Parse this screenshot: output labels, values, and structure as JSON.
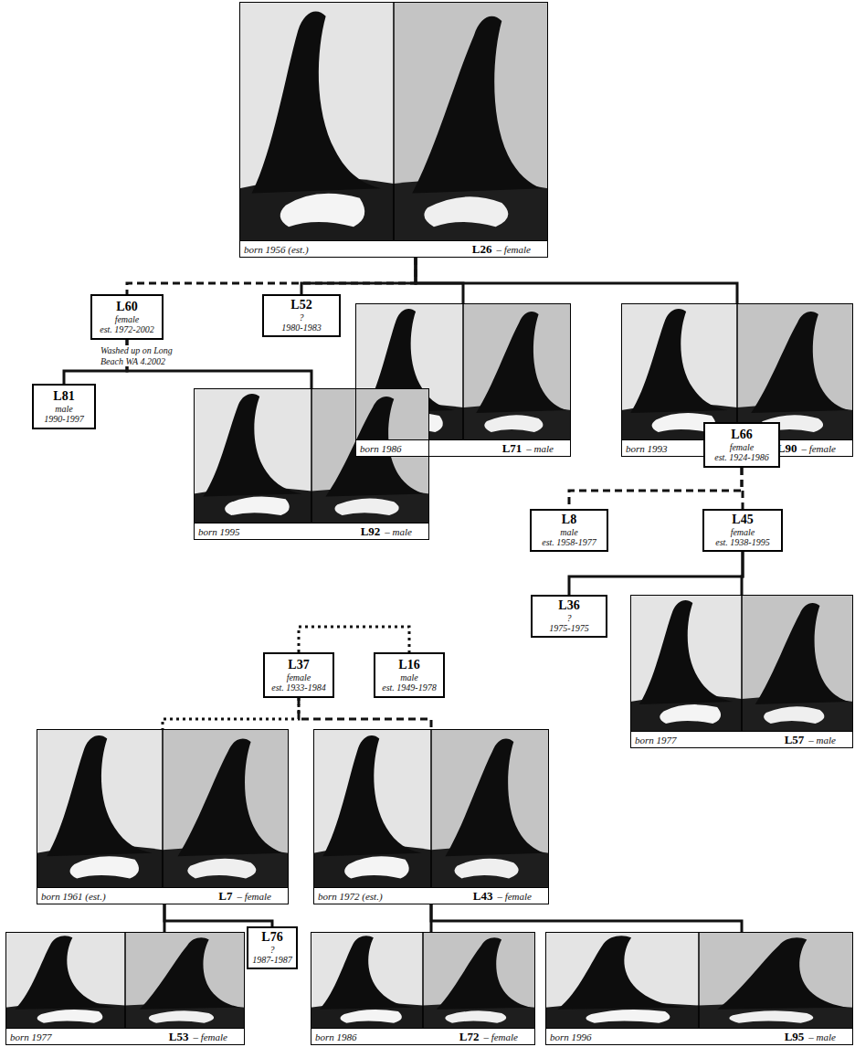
{
  "diagram": {
    "nodes": [
      {
        "text": [
          "born 1956 (est.)",
          "L26",
          "– female"
        ]
      },
      {
        "text": [
          "L60",
          "female",
          "est. 1972-2002"
        ]
      },
      {
        "text": [
          "L52",
          "?",
          "1980-1983"
        ]
      },
      {
        "text": [
          "born 1986",
          "L71",
          "– male"
        ]
      },
      {
        "text": [
          "born 1993",
          "L90",
          "– female"
        ]
      },
      {
        "text": [
          "L81",
          "male",
          "1990-1997"
        ]
      },
      {
        "text": [
          "born 1995",
          "L92",
          "– male"
        ]
      },
      {
        "text": [
          "L66",
          "female",
          "est. 1924-1986"
        ]
      },
      {
        "text": [
          "L8",
          "male",
          "est. 1958-1977"
        ]
      },
      {
        "text": [
          "L45",
          "female",
          "est. 1938-1995"
        ]
      },
      {
        "text": [
          "L36",
          "?",
          "1975-1975"
        ]
      },
      {
        "text": [
          "born 1977",
          "L57",
          "– male"
        ]
      },
      {
        "text": [
          "L37",
          "female",
          "est. 1933-1984"
        ]
      },
      {
        "text": [
          "L16",
          "male",
          "est. 1949-1978"
        ]
      },
      {
        "text": [
          "born 1961 (est.)",
          "L7",
          "– female"
        ]
      },
      {
        "text": [
          "born 1972 (est.)",
          "L43",
          "– female"
        ]
      },
      {
        "text": [
          "born 1977",
          "L53",
          "– female"
        ]
      },
      {
        "text": [
          "L76",
          "?",
          "1987-1987"
        ]
      },
      {
        "text": [
          "born 1986",
          "L72",
          "– female"
        ]
      },
      {
        "text": [
          "born 1996",
          "L95",
          "– male"
        ]
      }
    ],
    "edges": [
      {
        "from": 0,
        "to": 1,
        "arrow": "none"
      },
      {
        "from": 0,
        "to": 2,
        "arrow": "none"
      },
      {
        "from": 0,
        "to": 3,
        "arrow": "none"
      },
      {
        "from": 0,
        "to": 4,
        "arrow": "none"
      },
      {
        "from": 1,
        "to": 5,
        "arrow": "none"
      },
      {
        "from": 1,
        "to": 6,
        "arrow": "none"
      },
      {
        "from": 7,
        "to": 8,
        "arrow": "none"
      },
      {
        "from": 7,
        "to": 9,
        "arrow": "none"
      },
      {
        "from": 9,
        "to": 10,
        "arrow": "none"
      },
      {
        "from": 9,
        "to": 11,
        "arrow": "none"
      },
      {
        "from": 12,
        "to": 13,
        "arrow": "none"
      },
      {
        "from": 12,
        "to": 14,
        "arrow": "none"
      },
      {
        "from": 12,
        "to": 15,
        "arrow": "none"
      },
      {
        "from": 14,
        "to": 16,
        "arrow": "none"
      },
      {
        "from": 14,
        "to": 17,
        "arrow": "none"
      },
      {
        "from": 15,
        "to": 18,
        "arrow": "none"
      },
      {
        "from": 15,
        "to": 19,
        "arrow": "none"
      }
    ],
    "labels": [
      "Washed up on Long Beach WA 4.2002"
    ]
  }
}
